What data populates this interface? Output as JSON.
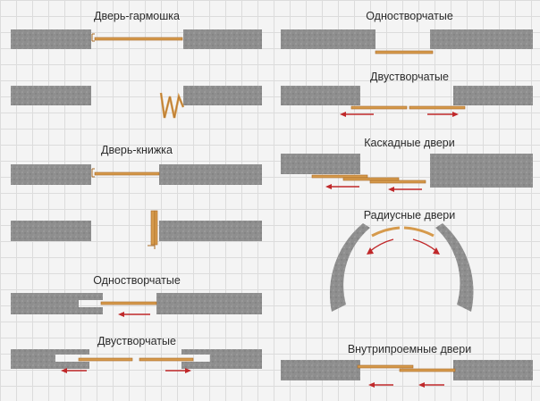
{
  "labels": {
    "accordion": "Дверь-гармошка",
    "book": "Дверь-книжка",
    "single_left": "Одностворчатые",
    "double_left": "Двустворчатые",
    "single_right": "Одностворчатые",
    "double_right": "Двустворчатые",
    "cascade": "Каскадные двери",
    "radius": "Радиусные двери",
    "inside": "Внутрипроемные двери"
  },
  "colors": {
    "wall": "#8c8c8c",
    "door": "#d69a4c",
    "arrow": "#c0282a",
    "grid": "#dcdcdc"
  }
}
